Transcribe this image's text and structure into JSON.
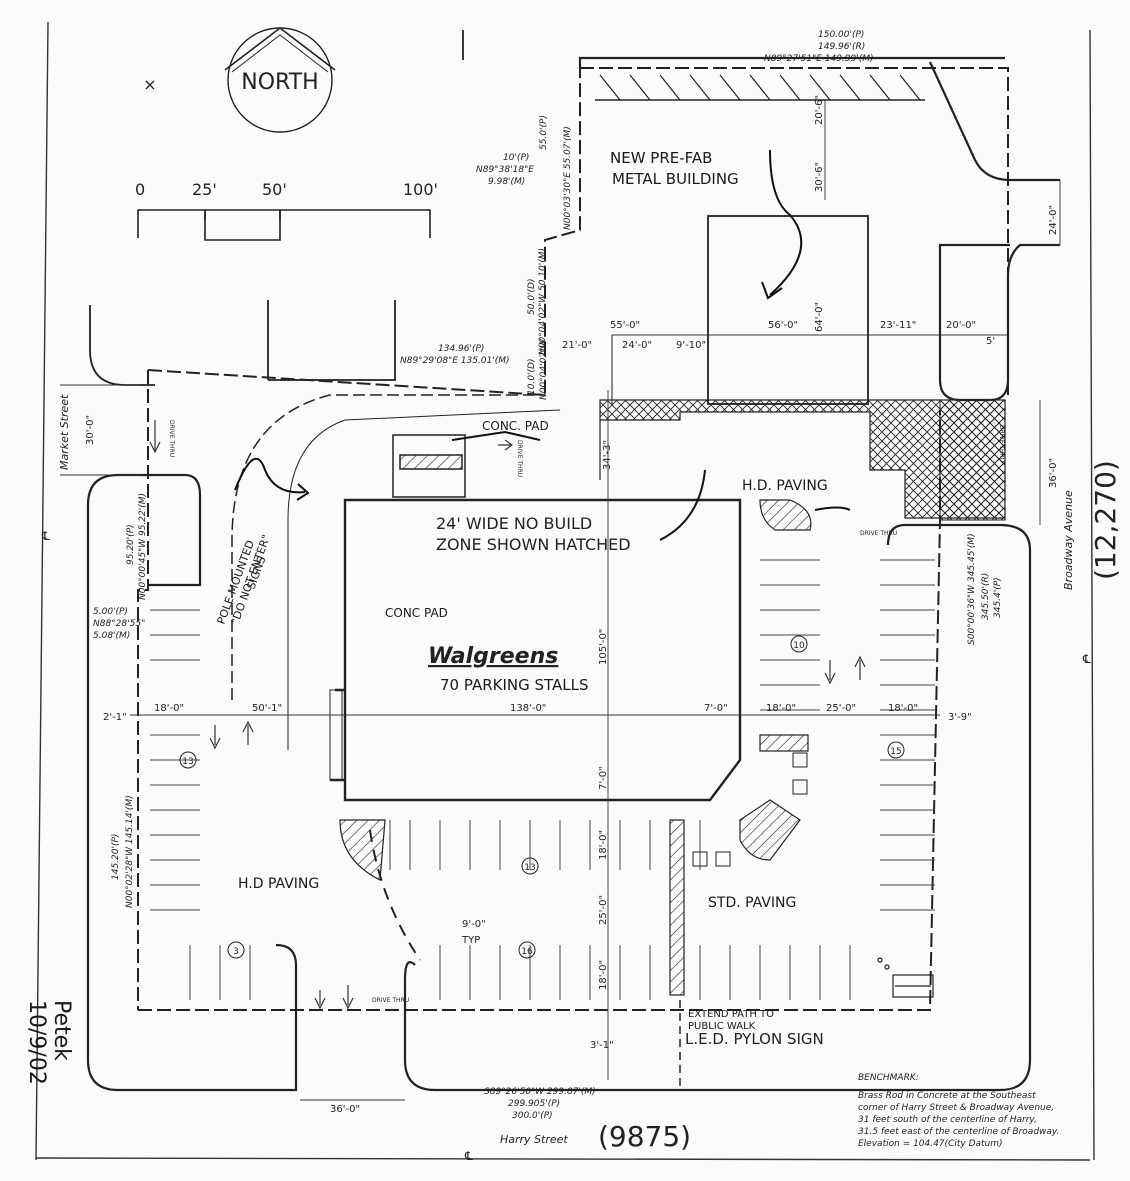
{
  "north": {
    "label": "NORTH"
  },
  "scale": {
    "marks": [
      "0",
      "25'",
      "50'",
      "100'"
    ]
  },
  "streets": {
    "market": "Market Street",
    "broadway": "Broadway Avenue",
    "harry": "Harry Street"
  },
  "traffic_counts": {
    "broadway": "(12,270)",
    "harry": "(9875)"
  },
  "boundary": {
    "top": [
      "150.00'(P)",
      "149.96'(R)",
      "N89°27'51\"E 149.99'(M)"
    ],
    "b1": [
      "55.0'(P)",
      "N00°03'30\"E 55.07'(M)"
    ],
    "b2": [
      "10'(P)",
      "N89°38'18\"E",
      "9.98'(M)"
    ],
    "b3": [
      "50.0'(D)",
      "N00°04'02\"W 50.10'(M)"
    ],
    "b4": [
      "10.0'(D)",
      "N00°04'02\"W"
    ],
    "b5": [
      "134.96'(P)",
      "N89°29'08\"E 135.01'(M)"
    ],
    "b6": [
      "95.20'(P)",
      "N00°00'45\"W 95.22'(M)"
    ],
    "b7": [
      "5.00'(P)",
      "N88°28'55\"",
      "5.08'(M)"
    ],
    "b8": [
      "145.20'(P)",
      "N00°02'28\"W 145.14'(M)"
    ],
    "b9": [
      "S89°26'50\"W 299.87'(M)",
      "299.905'(P)",
      "300.0'(P)"
    ],
    "b10": [
      "S00°00'36\"W 345.45'(M)",
      "345.50'(R)",
      "345.4'(P)"
    ]
  },
  "dimensions": {
    "d20_6": "20'-6\"",
    "d30_6": "30'-6\"",
    "d24_0": "24'-0\"",
    "d55_0": "55'-0\"",
    "d21_0": "21'-0\"",
    "d24_0b": "24'-0\"",
    "d9_10": "9'-10\"",
    "d56_0": "56'-0\"",
    "d64_0": "64'-0\"",
    "d23_11": "23'-11\"",
    "d20_0": "20'-0\"",
    "d5": "5'",
    "d30_0": "30'-0\"",
    "d34_3": "34'-3\"",
    "d36_0r": "36'-0\"",
    "d18_0a": "18'-0\"",
    "d50_1": "50'-1\"",
    "d138_0": "138'-0\"",
    "d7_0a": "7'-0\"",
    "d18_0b": "18'-0\"",
    "d25_0a": "25'-0\"",
    "d18_0c": "18'-0\"",
    "d3_9": "3'-9\"",
    "d2_1": "2'-1\"",
    "d105_0": "105'-0\"",
    "d7_0b": "7'-0\"",
    "d18_0d": "18'-0\"",
    "d25_0b": "25'-0\"",
    "d18_0e": "18'-0\"",
    "d3_1": "3'-1\"",
    "d9_0": "9'-0\"",
    "typ": "TYP",
    "d36_0b": "36'-0\""
  },
  "labels": {
    "building_line1": "NEW PRE-FAB",
    "building_line2": "METAL BUILDING",
    "conc_pad_top": "CONC. PAD",
    "conc_pad_left": "CONC PAD",
    "hd_paving_top": "H.D. PAVING",
    "no_build_1": "24' WIDE NO BUILD",
    "no_build_2": "ZONE SHOWN HATCHED",
    "pole_signs": [
      "POLE MOUNTED",
      "\"DO NOT ENTER\"",
      "SIGNS"
    ],
    "walgreens": "Walgreens",
    "parking": "70 PARKING STALLS",
    "hd_paving_left": "H.D PAVING",
    "std_paving": "STD. PAVING",
    "extend_path": [
      "EXTEND PATH TO",
      "PUBLIC WALK"
    ],
    "pylon": "L.E.D. PYLON SIGN",
    "drive_thru": "DRIVE THRU",
    "date": "10/9/02",
    "initials": "Petek",
    "x_mark": "×"
  },
  "stall_counts": {
    "c10": "10",
    "c13a": "13",
    "c15": "15",
    "c13b": "13",
    "c3": "3",
    "c16": "16"
  },
  "benchmark": {
    "title": "BENCHMARK:",
    "lines": [
      "Brass Rod in Concrete at the Southeast",
      "corner of Harry Street & Broadway Avenue,",
      "31 feet south of the centerline of Harry,",
      "31.5 feet east of the centerline of Broadway.",
      "Elevation = 104.47(City Datum)"
    ]
  },
  "colors": {
    "ink": "#1a1a1a",
    "paper": "#fbfbf9"
  }
}
